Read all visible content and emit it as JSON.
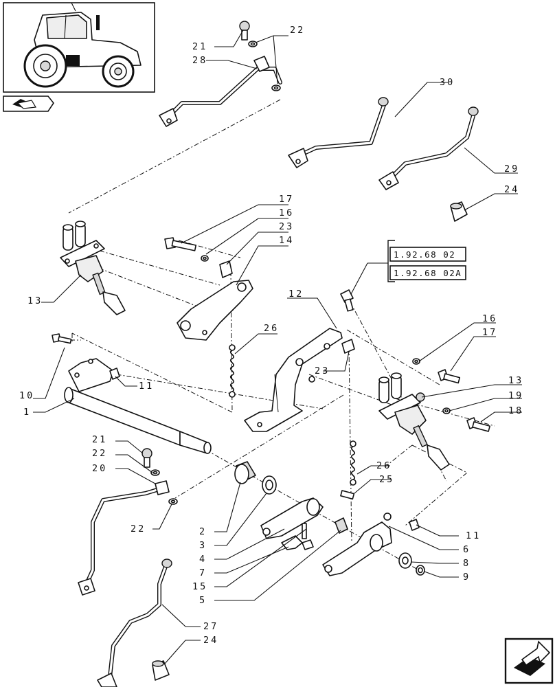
{
  "references": [
    "1.92.68 02",
    "1.92.68 02A"
  ],
  "callouts": {
    "c21a": "21",
    "c22a": "22",
    "c28": "28",
    "c30": "30",
    "c29": "29",
    "c24a": "24",
    "c17a": "17",
    "c16a": "16",
    "c23a": "23",
    "c14": "14",
    "c13a": "13",
    "c12": "12",
    "c26a": "26",
    "c10": "10",
    "c11a": "11",
    "c1": "1",
    "c23b": "23",
    "c16b": "16",
    "c17b": "17",
    "c13b": "13",
    "c19": "19",
    "c18": "18",
    "c21b": "21",
    "c22b": "22",
    "c20": "20",
    "c22c": "22",
    "c26b": "26",
    "c25": "25",
    "c11b": "11",
    "c2": "2",
    "c3": "3",
    "c4": "4",
    "c7": "7",
    "c15": "15",
    "c5": "5",
    "c6": "6",
    "c8": "8",
    "c9": "9",
    "c27": "27",
    "c24b": "24"
  }
}
